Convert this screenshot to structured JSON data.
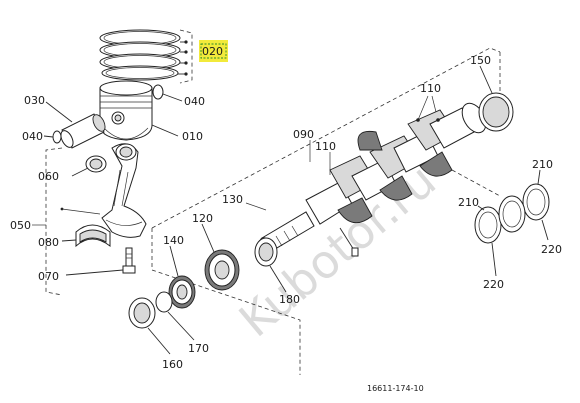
{
  "highlight_color": "#f2ea3b",
  "labels": {
    "p010": "010",
    "p020": "020",
    "p030": "030",
    "p040a": "040",
    "p040b": "040",
    "p050": "050",
    "p060": "060",
    "p070": "070",
    "p080": "080",
    "p090": "090",
    "p110a": "110",
    "p110b": "110",
    "p120": "120",
    "p130": "130",
    "p140": "140",
    "p150": "150",
    "p160": "160",
    "p170": "170",
    "p180": "180",
    "p210a": "210",
    "p210b": "210",
    "p220a": "220",
    "p220b": "220"
  },
  "drawing_number": "16611-174-10",
  "watermark": "Kubotor.ru"
}
